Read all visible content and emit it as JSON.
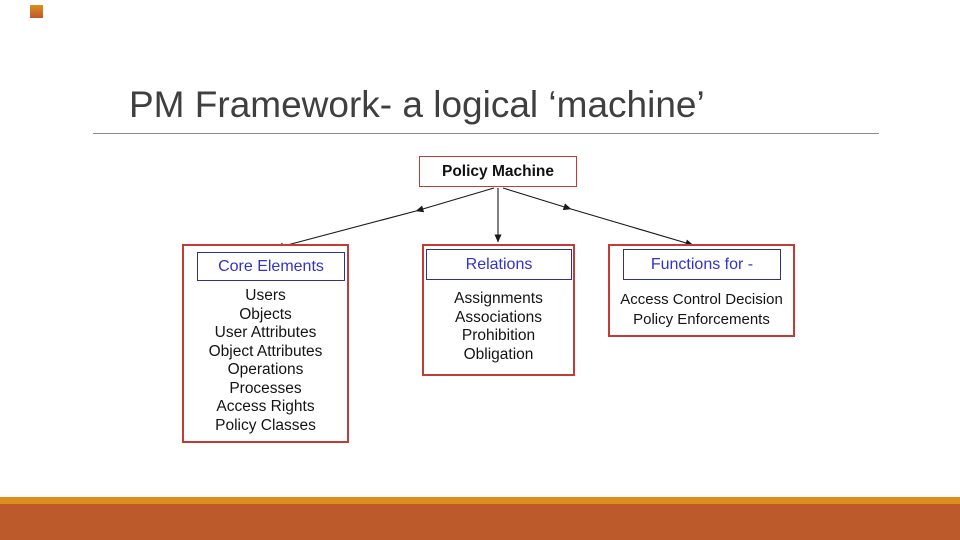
{
  "slide": {
    "title": "PM Framework- a logical ‘machine’"
  },
  "theme_colors": {
    "title_text": "#3F3F3F",
    "divider": "#8C8C8C",
    "accent_gold": "#DD8E1F",
    "accent_rust": "#BC5A2B",
    "box_border_red": "#C23B35",
    "header_border_blue": "#2F2F8C",
    "header_text_blue": "#3232CC",
    "connector_black": "#1A1A1A"
  },
  "diagram": {
    "root_label": "Policy Machine",
    "groups": [
      {
        "header": "Core Elements",
        "items": [
          "Users",
          "Objects",
          "User Attributes",
          "Object Attributes",
          "Operations",
          "Processes",
          "Access Rights",
          "Policy Classes"
        ]
      },
      {
        "header": "Relations",
        "items": [
          "Assignments",
          "Associations",
          "Prohibition",
          "Obligation"
        ]
      },
      {
        "header": "Functions for -",
        "items": [
          "Access Control Decision",
          "Policy Enforcements"
        ]
      }
    ]
  }
}
